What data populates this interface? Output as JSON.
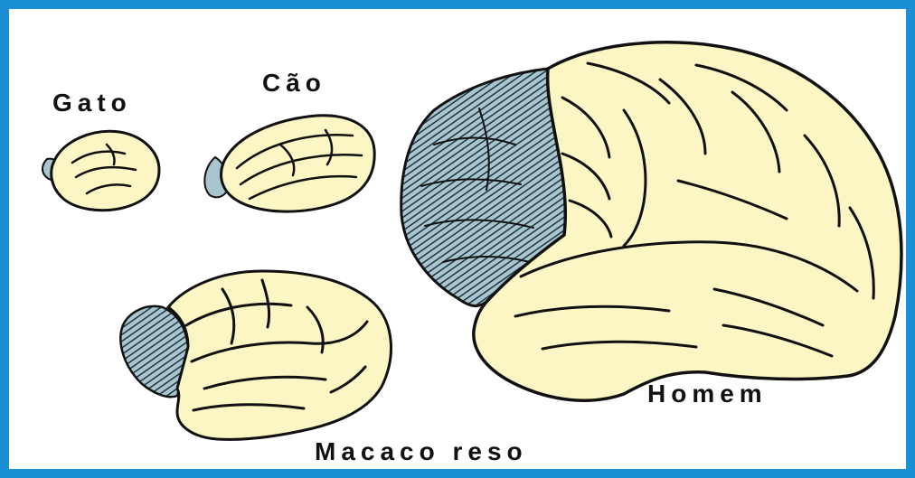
{
  "figure": {
    "border_color": "#1a8fd6",
    "brain_fill": "#fbf6c4",
    "visual_cortex_fill": "#a9c6cf",
    "hatch_color": "#1e3340",
    "sulcus_color": "#111111"
  },
  "labels": {
    "cat": "Gato",
    "dog": "Cão",
    "rhesus_monkey": "Macaco reso",
    "human": "Homem"
  }
}
